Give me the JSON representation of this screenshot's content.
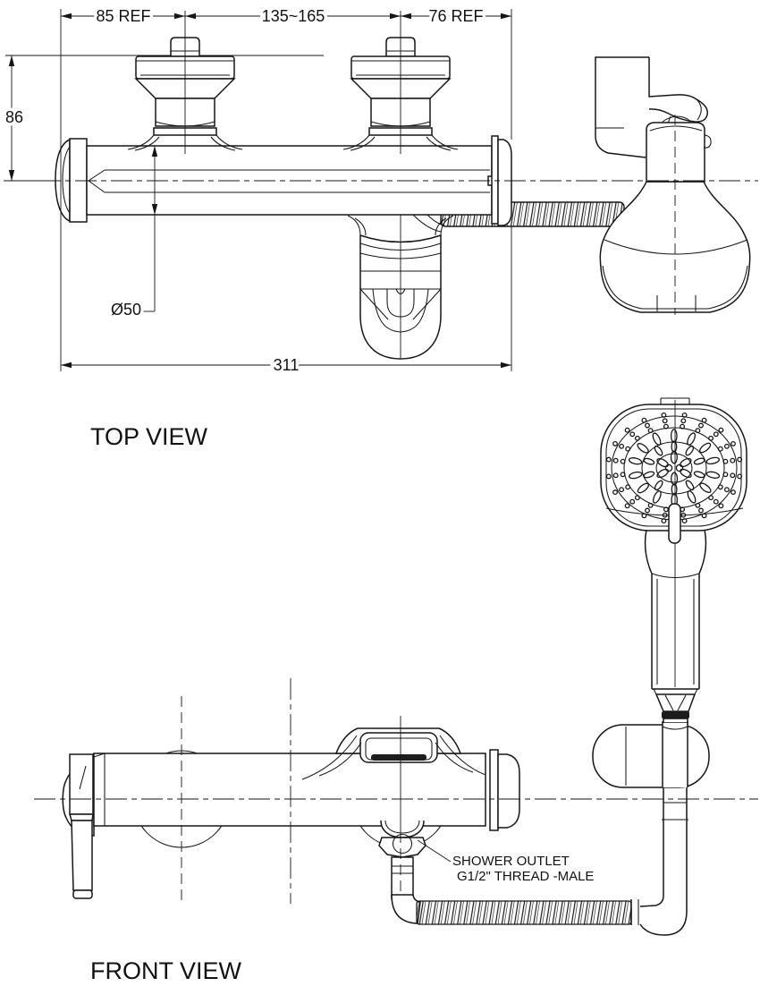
{
  "drawing": {
    "title_labels": {
      "top_view": "TOP VIEW",
      "front_view": "FRONT VIEW"
    },
    "dimensions": {
      "handle_left_offset": "85 REF",
      "handle_spacing_range": "135~165",
      "handle_right_offset": "76 REF",
      "body_height": "86",
      "body_diameter": "Ø50",
      "overall_width": "311"
    },
    "callouts": {
      "shower_outlet_line1": "SHOWER OUTLET",
      "shower_outlet_line2": "G1/2\" THREAD -MALE"
    },
    "style": {
      "line_color": "#161616",
      "background": "#ffffff"
    }
  }
}
